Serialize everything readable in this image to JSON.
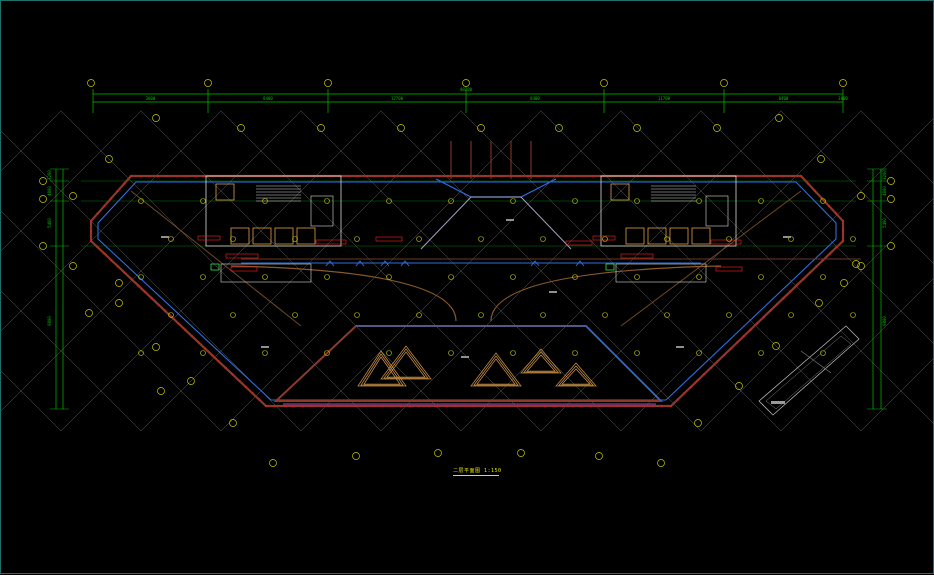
{
  "drawing": {
    "caption": "二层平面图 1:150"
  },
  "colors": {
    "background": "#000000",
    "frame": "#1f6f6a",
    "dimension": "#00c000",
    "axis_bubble": "#c8c800",
    "outer_wall": "#8b3a2a",
    "window_line": "#2a6fe0",
    "column_marks": "#d02020",
    "magenta_line": "#c040c0",
    "grid_diag": "#8a8a8a",
    "room_lines": "#c0c0c0",
    "red_annotation": "#ff2020",
    "core": "#d9d9d9",
    "green_tag": "#40ff40"
  },
  "top_dimensions": [
    "3800",
    "8400",
    "12700",
    "8400",
    "11700",
    "8400",
    "3800"
  ],
  "top_total": "48200",
  "side_dimensions": [
    "3200",
    "4800",
    "5400",
    "9800"
  ]
}
